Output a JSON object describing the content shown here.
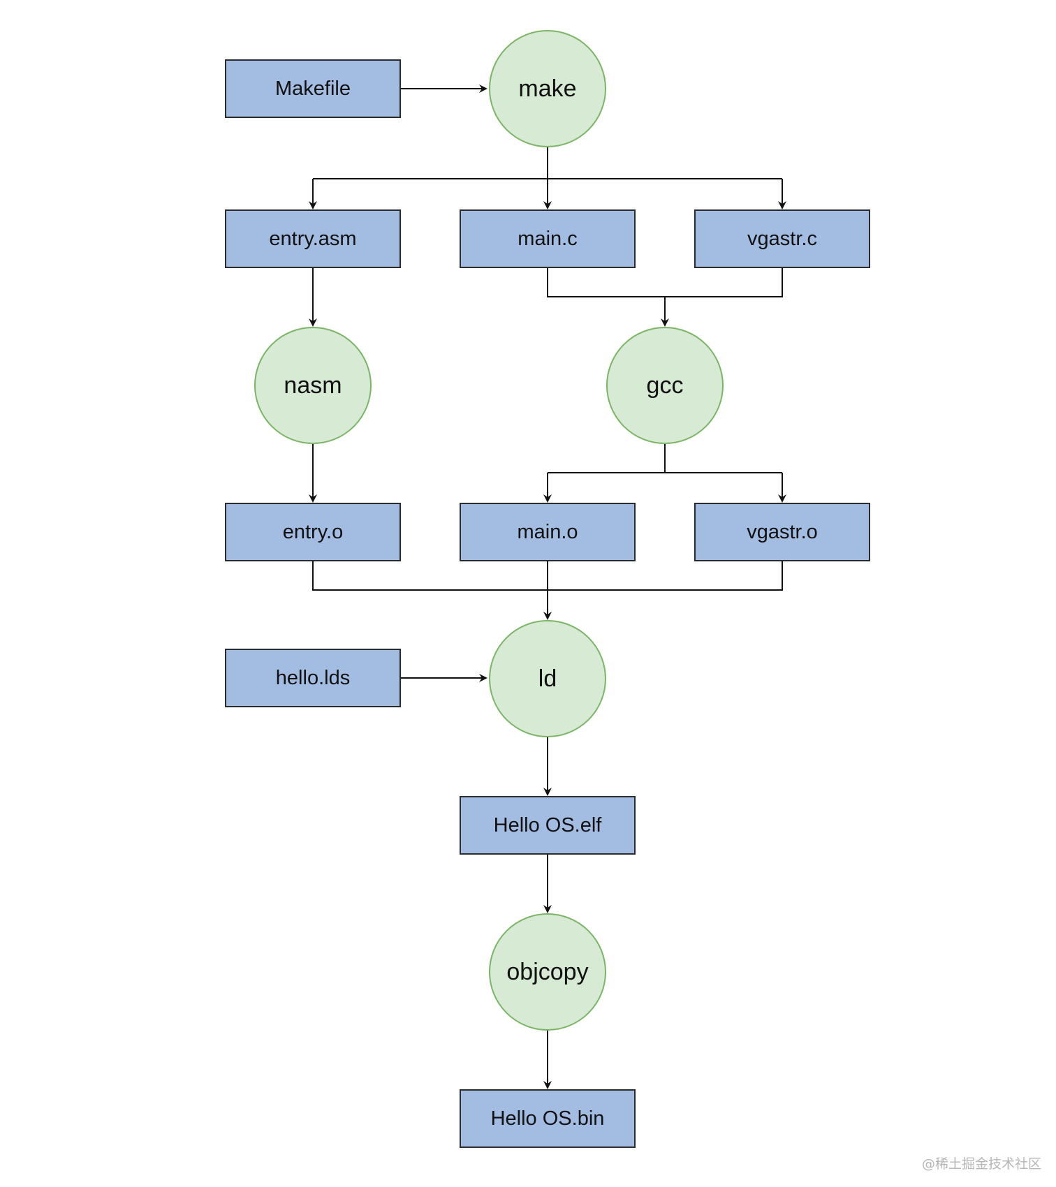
{
  "nodes": {
    "makefile": "Makefile",
    "make": "make",
    "entry_asm": "entry.asm",
    "main_c": "main.c",
    "vgastr_c": "vgastr.c",
    "nasm": "nasm",
    "gcc": "gcc",
    "entry_o": "entry.o",
    "main_o": "main.o",
    "vgastr_o": "vgastr.o",
    "hello_lds": "hello.lds",
    "ld": "ld",
    "hello_elf": "Hello OS.elf",
    "objcopy": "objcopy",
    "hello_bin": "Hello OS.bin"
  },
  "watermark": "@稀土掘金技术社区",
  "colors": {
    "file_fill": "#a3bce2",
    "file_border": "#2b2b2b",
    "tool_fill": "#d7ebd4",
    "tool_border": "#7bb565",
    "arrow": "#111111"
  }
}
